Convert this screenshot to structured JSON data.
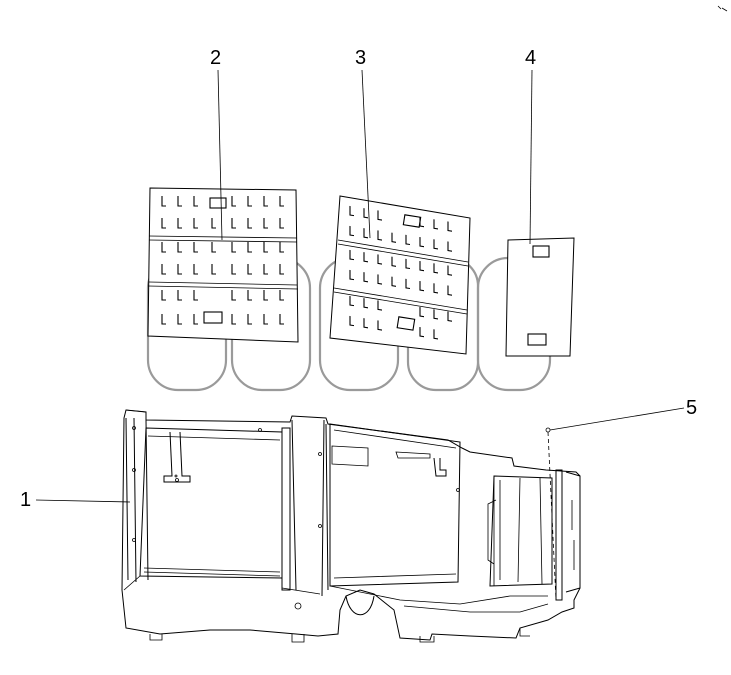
{
  "diagram": {
    "callouts": [
      {
        "id": "1",
        "label": "1"
      },
      {
        "id": "2",
        "label": "2"
      },
      {
        "id": "3",
        "label": "3"
      },
      {
        "id": "4",
        "label": "4"
      },
      {
        "id": "5",
        "label": "5"
      }
    ],
    "watermark_tm": "TM"
  },
  "colors": {
    "line": "#000000",
    "watermark": "#9a9a9a",
    "background": "#ffffff"
  }
}
